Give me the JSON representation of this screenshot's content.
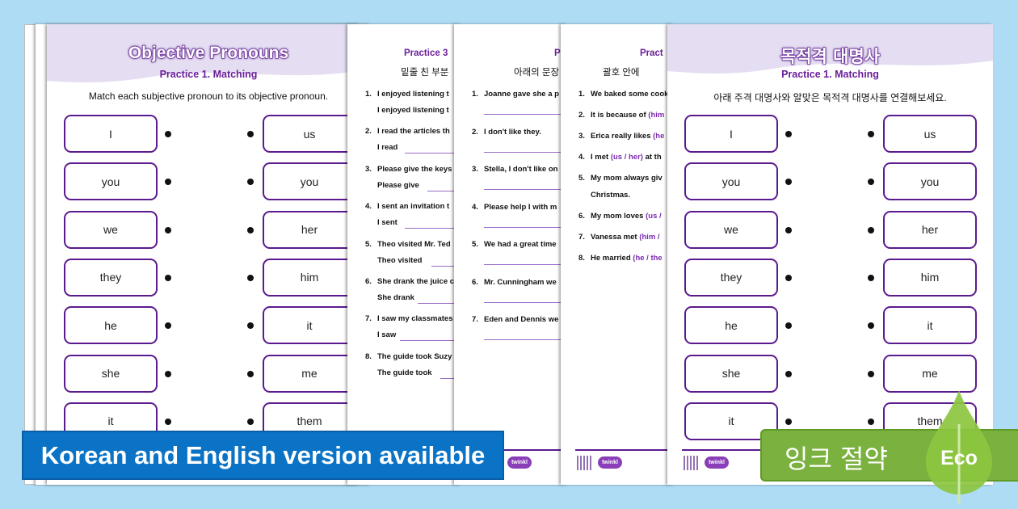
{
  "page1": {
    "title": "Objective Pronouns",
    "subtitle": "Practice 1. Matching",
    "instruction": "Match each subjective pronoun to its objective pronoun.",
    "left": [
      "I",
      "you",
      "we",
      "they",
      "he",
      "she",
      "it"
    ],
    "right": [
      "us",
      "you",
      "her",
      "him",
      "it",
      "me",
      "them"
    ]
  },
  "page2": {
    "title": "Practice 3",
    "korean": "밑줄 친 부분",
    "items": [
      [
        "1.",
        "I enjoyed listening t",
        "I enjoyed listening t"
      ],
      [
        "2.",
        "I read the articles th",
        "I read"
      ],
      [
        "3.",
        "Please give the keys",
        "Please give"
      ],
      [
        "4.",
        "I sent an invitation t",
        "I sent"
      ],
      [
        "5.",
        "Theo visited Mr. Ted",
        "Theo visited"
      ],
      [
        "6.",
        "She drank the juice c",
        "She drank"
      ],
      [
        "7.",
        "I saw my classmates",
        "I saw"
      ],
      [
        "8.",
        "The guide took Suzy",
        "The guide took"
      ]
    ]
  },
  "page3": {
    "title": "P",
    "korean": "아래의 문장",
    "items": [
      [
        "1.",
        "Joanne gave she a p"
      ],
      [
        "2.",
        "I don't like they."
      ],
      [
        "3.",
        "Stella, I don't like on"
      ],
      [
        "4.",
        "Please help I with m"
      ],
      [
        "5.",
        "We had a great time"
      ],
      [
        "6.",
        "Mr. Cunningham we"
      ],
      [
        "7.",
        "Eden and Dennis we"
      ]
    ]
  },
  "page4": {
    "title": "Pract",
    "korean": "괄호 안에",
    "items": [
      [
        "1.",
        "We baked some cook",
        ""
      ],
      [
        "2.",
        "It is because of ",
        "(him"
      ],
      [
        "3.",
        "Erica really likes ",
        "(he"
      ],
      [
        "4.",
        "I met ",
        "(us / her)",
        " at th"
      ],
      [
        "5.",
        "My mom always giv",
        ""
      ],
      [
        "",
        "Christmas.",
        ""
      ],
      [
        "6.",
        "My mom loves ",
        "(us /"
      ],
      [
        "7.",
        "Vanessa met ",
        "(him /"
      ],
      [
        "8.",
        "He married ",
        "(he / the"
      ]
    ]
  },
  "page5": {
    "title": "목적격 대명사",
    "subtitle": "Practice 1. Matching",
    "instruction": "아래 주격 대명사와 알맞은 목적격 대명사를 연결해보세요.",
    "left": [
      "I",
      "you",
      "we",
      "they",
      "he",
      "she",
      "it"
    ],
    "right": [
      "us",
      "you",
      "her",
      "him",
      "it",
      "me",
      "them"
    ]
  },
  "footer": {
    "logo": "twinkl"
  },
  "banner": {
    "text": "Korean and English version available",
    "color": "#0a73c6"
  },
  "eco": {
    "text": "잉크 절약",
    "badge": "Eco",
    "color": "#7bb13f"
  }
}
